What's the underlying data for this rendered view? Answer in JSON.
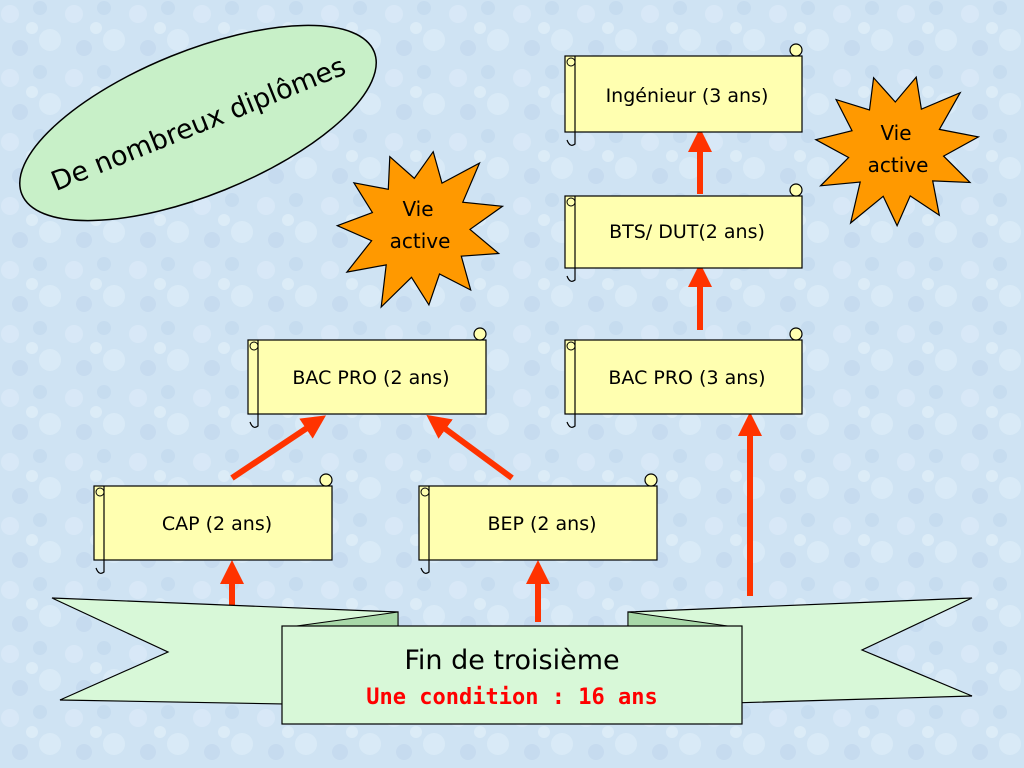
{
  "slide": {
    "title": "De nombreux diplômes"
  },
  "diplomas": {
    "ingenieur": "Ingénieur (3 ans)",
    "bts_dut": "BTS/ DUT(2 ans)",
    "bac_pro_2": "BAC PRO (2 ans)",
    "bac_pro_3": "BAC PRO (3 ans)",
    "cap": "CAP (2 ans)",
    "bep": "BEP (2 ans)"
  },
  "stars": {
    "left": {
      "line1": "Vie",
      "line2": "active"
    },
    "right": {
      "line1": "Vie",
      "line2": "active"
    }
  },
  "banner": {
    "title": "Fin de troisième",
    "subtitle": "Une condition : 16 ans"
  },
  "colors": {
    "scroll_fill": "#ffffb0",
    "banner_fill": "#d8f8d8",
    "ellipse_fill": "#c8f0c8",
    "star_fill": "#ff9900",
    "arrow": "#ff3300",
    "subtitle": "#ff0000",
    "background": "#cfe4f4"
  }
}
